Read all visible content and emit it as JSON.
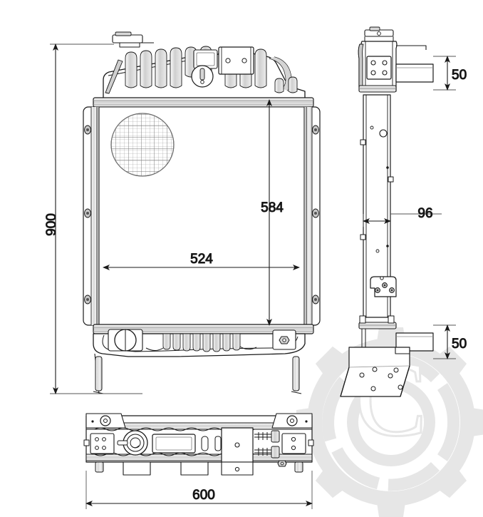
{
  "drawing": {
    "title": "Radiator assembly technical drawing",
    "background_color": "#ffffff",
    "line_color": "#1a1a1a",
    "shade_color": "#b8b8b8",
    "watermark_color": "#e4e4e4",
    "watermark_letter": "C"
  },
  "views": {
    "front": {
      "name": "front-elevation-view"
    },
    "side": {
      "name": "right-side-view"
    },
    "plan": {
      "name": "bottom-plan-view"
    }
  },
  "dimensions": {
    "overall_height": "900",
    "core_height": "584",
    "core_width": "524",
    "depth": "96",
    "top_outlet_offset": "50",
    "bottom_outlet_offset": "50",
    "overall_width": "600"
  }
}
